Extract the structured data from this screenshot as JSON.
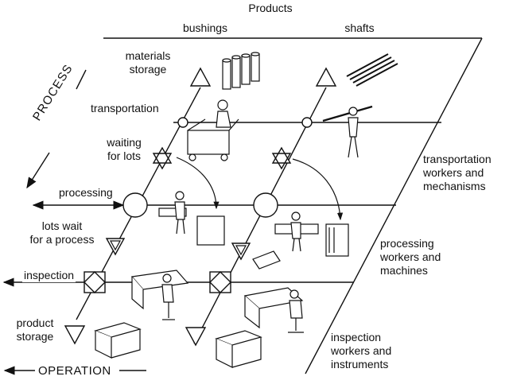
{
  "diagram": {
    "title": "Products",
    "columns": [
      "bushings",
      "shafts"
    ],
    "process_label": "PROCESS",
    "operation_label": "OPERATION",
    "stages": {
      "materials_storage": [
        "materials",
        "storage"
      ],
      "transportation": "transportation",
      "waiting_for_lots": [
        "waiting",
        "for lots"
      ],
      "processing": "processing",
      "lots_wait": [
        "lots wait",
        "for a process"
      ],
      "inspection": "inspection",
      "product_storage": [
        "product",
        "storage"
      ]
    },
    "resources": {
      "transportation": [
        "transportation",
        "workers and",
        "mechanisms"
      ],
      "processing": [
        "processing",
        "workers and",
        "machines"
      ],
      "inspection": [
        "inspection",
        "workers and",
        "instruments"
      ]
    }
  },
  "symbols": {
    "storage": "triangle-symbol",
    "transport": "circle-small-symbol",
    "wait": "star-of-david-symbol",
    "process": "circle-large-symbol",
    "lot-wait": "inverted-triangle-symbol",
    "inspection": "diamond-in-square-symbol"
  }
}
